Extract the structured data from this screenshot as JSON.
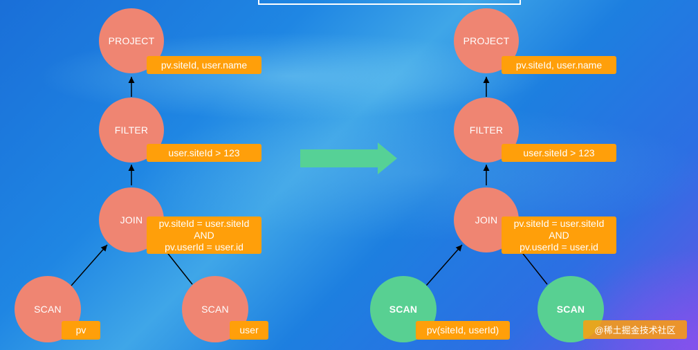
{
  "colors": {
    "node_red": "#ef8572",
    "node_green": "#58d092",
    "tag_orange": "#ff9f0a",
    "arrow_green": "#56d196",
    "edge": "#000000"
  },
  "left_tree": {
    "project": {
      "label": "PROJECT",
      "tag": "pv.siteId, user.name"
    },
    "filter": {
      "label": "FILTER",
      "tag": "user.siteId > 123"
    },
    "join": {
      "label": "JOIN",
      "tag_line1": "pv.siteId = user.siteId",
      "tag_line2": "AND",
      "tag_line3": "pv.userId = user.id"
    },
    "scan_pv": {
      "label": "SCAN",
      "tag": "pv"
    },
    "scan_user": {
      "label": "SCAN",
      "tag": "user"
    }
  },
  "right_tree": {
    "project": {
      "label": "PROJECT",
      "tag": "pv.siteId, user.name"
    },
    "filter": {
      "label": "FILTER",
      "tag": "user.siteId > 123"
    },
    "join": {
      "label": "JOIN",
      "tag_line1": "pv.siteId = user.siteId",
      "tag_line2": "AND",
      "tag_line3": "pv.userId = user.id"
    },
    "scan_pv": {
      "label": "SCAN",
      "tag": "pv(siteId, userId)"
    },
    "scan_user": {
      "label": "SCAN"
    }
  },
  "watermark": "@稀土掘金技术社区"
}
